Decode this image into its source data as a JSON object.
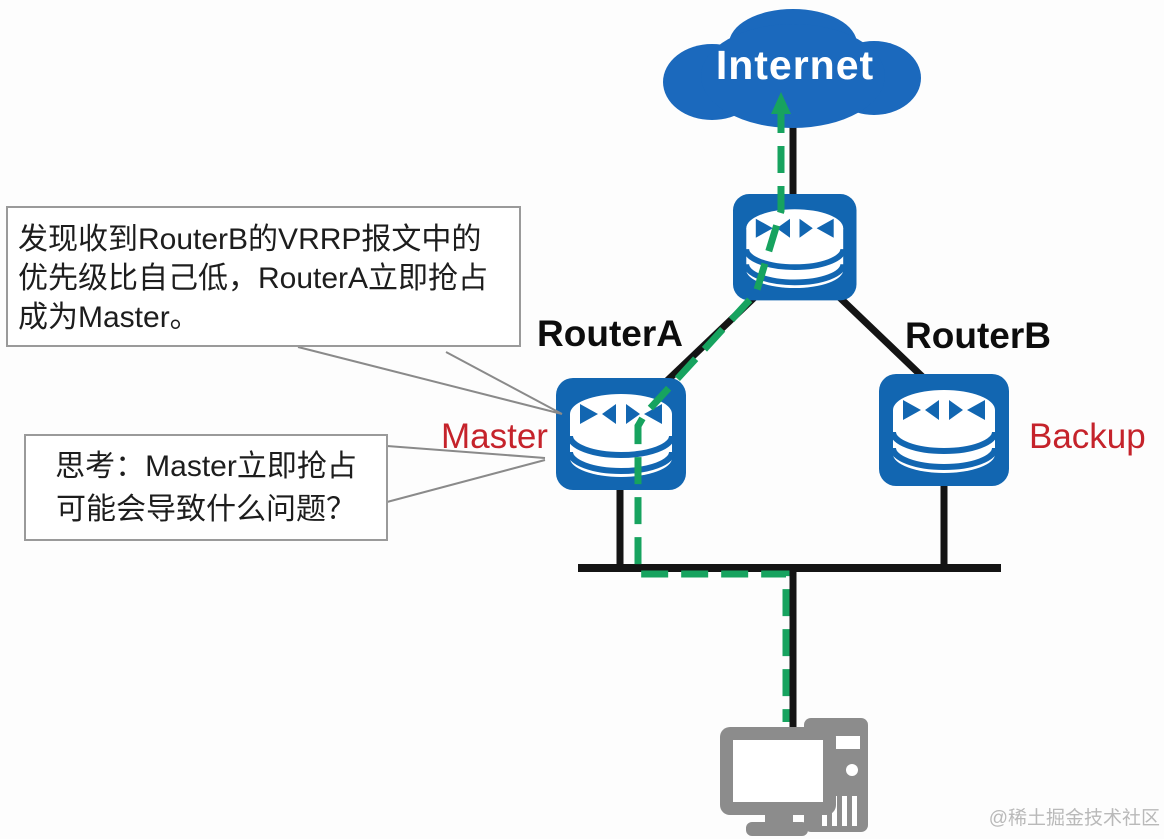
{
  "diagram": {
    "internet": {
      "label": "Internet"
    },
    "devices": {
      "gateway_router": {
        "type": "router"
      },
      "router_a": {
        "label": "RouterA",
        "role": "Master"
      },
      "router_b": {
        "label": "RouterB",
        "role": "Backup"
      },
      "host_pc": {
        "type": "pc"
      }
    },
    "callouts": [
      {
        "lines": [
          "发现收到RouterB的VRRP报文中的",
          "优先级比自己低，RouterA立即抢占",
          "成为Master。"
        ]
      },
      {
        "lines": [
          "思考：Master立即抢占",
          "可能会导致什么问题？"
        ]
      }
    ],
    "watermark": "@稀土掘金技术社区",
    "colors": {
      "cloud_blue": "#1b69bd",
      "device_blue": "#1266b1",
      "path_green": "#17a35f",
      "role_red": "#c5232b",
      "line_black": "#141414",
      "pc_gray": "#8c8c8c",
      "callout_border": "#9a9a9a",
      "watermark_gray": "#b9b9b9"
    }
  }
}
